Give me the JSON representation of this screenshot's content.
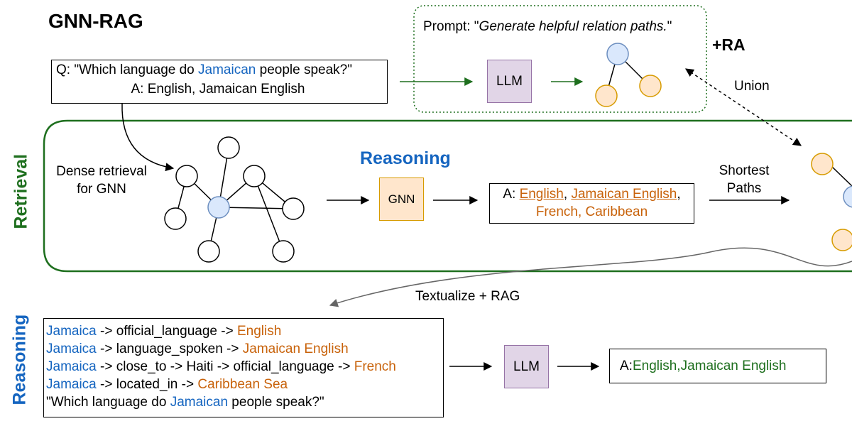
{
  "title": "GNN-RAG",
  "question_box": {
    "q_prefix": "Q: \"Which language do ",
    "q_entity": "Jamaican",
    "q_suffix": " people speak?\"",
    "answer": "A: English, Jamaican English"
  },
  "prompt": {
    "prefix": "Prompt: \"",
    "text": "Generate helpful relation paths.",
    "suffix": "\""
  },
  "ra_label": "+RA",
  "union_label": "Union",
  "llm_top_label": "LLM",
  "retrieval_label": "Retrieval",
  "reasoning_side_label": "Reasoning",
  "dense_retrieval": [
    "Dense retrieval",
    "for GNN"
  ],
  "reasoning_mid_label": "Reasoning",
  "gnn_label": "GNN",
  "gnn_answer": {
    "prefix": "A: ",
    "a1": "English",
    "sep1": ", ",
    "a2": "Jamaican English",
    "sep2": ",",
    "a3": "French",
    "sep3": ", ",
    "a4": "Caribbean"
  },
  "shortest_paths": [
    "Shortest",
    "Paths"
  ],
  "textualize_label": "Textualize + RAG",
  "paths": [
    {
      "subject": "Jamaica",
      "relation": " -> official_language -> ",
      "object": "English"
    },
    {
      "subject": "Jamaica",
      "relation": " -> language_spoken -> ",
      "object": "Jamaican English"
    },
    {
      "subject": "Jamaica",
      "relation": " -> close_to -> Haiti -> official_language -> ",
      "object": "French"
    },
    {
      "subject": "Jamaica",
      "relation": " -> located_in -> ",
      "object": "Caribbean Sea"
    }
  ],
  "path_question": {
    "prefix": "\"Which language do ",
    "entity": "Jamaican",
    "suffix": " people speak?\""
  },
  "llm_bottom_label": "LLM",
  "final_answer": {
    "prefix": "A: ",
    "a1": "English",
    "sep": ", ",
    "a2": "Jamaican English"
  },
  "colors": {
    "entity_blue": "#1565c0",
    "answer_orange": "#c8620a",
    "final_green": "#1e6f1e",
    "retrieval_green": "#1e6f1e",
    "llm_fill": "#e1d5e7",
    "gnn_fill": "#ffe6cc",
    "node_blue": "#dae8fc",
    "node_orange": "#ffe6cc"
  }
}
